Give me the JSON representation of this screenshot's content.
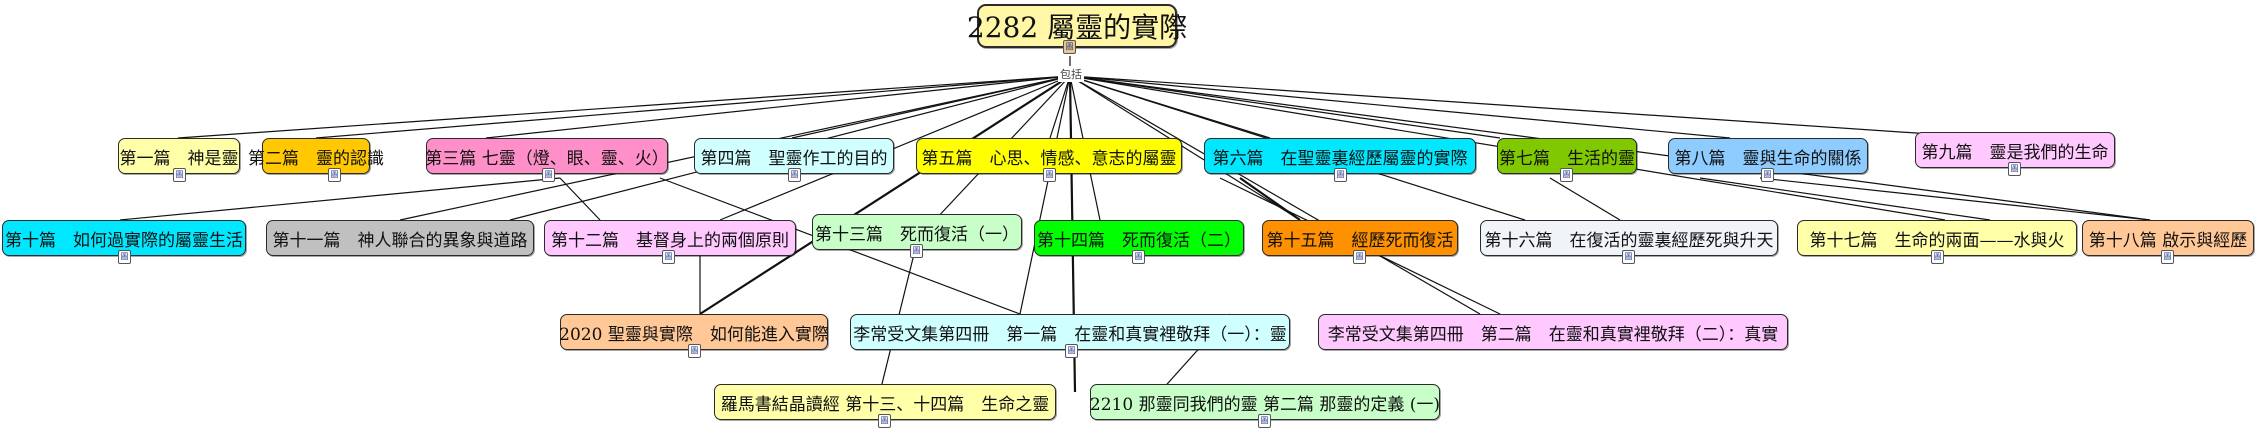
{
  "root": {
    "label": "2282 屬靈的實際",
    "color": "#fff7a6",
    "badge": "圖"
  },
  "relation": "包括",
  "badge_glyph": "圖",
  "nodes": [
    {
      "id": "n1",
      "label": "第一篇　神是靈",
      "color": "#ffffa8"
    },
    {
      "id": "n2",
      "label": "第二篇　靈的認識",
      "color": "#ffc800"
    },
    {
      "id": "n3",
      "label": "第三篇 七靈（燈、眼、靈、火）",
      "color": "#ff8fc8"
    },
    {
      "id": "n4",
      "label": "第四篇　聖靈作工的目的",
      "color": "#d0ffff"
    },
    {
      "id": "n5",
      "label": "第五篇　心思、情感、意志的屬靈",
      "color": "#ffff00"
    },
    {
      "id": "n6",
      "label": "第六篇　在聖靈裏經歷屬靈的實際",
      "color": "#00e8ff"
    },
    {
      "id": "n7",
      "label": "第七篇　生活的靈",
      "color": "#80c800"
    },
    {
      "id": "n8",
      "label": "第八篇　靈與生命的關係",
      "color": "#8ecbff"
    },
    {
      "id": "n9",
      "label": "第九篇　靈是我們的生命",
      "color": "#ffc8ff"
    },
    {
      "id": "n10",
      "label": "第十篇　如何過實際的屬靈生活",
      "color": "#00e8ff"
    },
    {
      "id": "n11",
      "label": "第十一篇　神人聯合的異象與道路",
      "color": "#c0c0c0"
    },
    {
      "id": "n12",
      "label": "第十二篇　基督身上的兩個原則",
      "color": "#ffc8ff"
    },
    {
      "id": "n13",
      "label": "第十三篇　死而復活（一）",
      "color": "#c8ffc8"
    },
    {
      "id": "n14",
      "label": "第十四篇　死而復活（二）",
      "color": "#00ff00"
    },
    {
      "id": "n15",
      "label": "第十五篇　經歷死而復活",
      "color": "#ff9000"
    },
    {
      "id": "n16",
      "label": "第十六篇　在復活的靈裏經歷死與升天",
      "color": "#f0f4f8"
    },
    {
      "id": "n17",
      "label": "第十七篇　生命的兩面——水與火",
      "color": "#ffffa8"
    },
    {
      "id": "n18",
      "label": "第十八篇 啟示與經歷",
      "color": "#ffc896"
    },
    {
      "id": "r1",
      "label": "2020 聖靈與實際　如何能進入實際",
      "color": "#ffc896"
    },
    {
      "id": "r2",
      "label": "李常受文集第四冊　第一篇　在靈和真實裡敬拜（一）：靈",
      "color": "#d0ffff"
    },
    {
      "id": "r3",
      "label": "李常受文集第四冊　第二篇　在靈和真實裡敬拜（二）：真實",
      "color": "#ffc8ff"
    },
    {
      "id": "r4",
      "label": "羅馬書結晶讀經 第十三、十四篇　生命之靈",
      "color": "#ffffa8"
    },
    {
      "id": "r5",
      "label": "2210 那靈同我們的靈 第二篇 那靈的定義 (一)",
      "color": "#c8ffc8"
    }
  ]
}
